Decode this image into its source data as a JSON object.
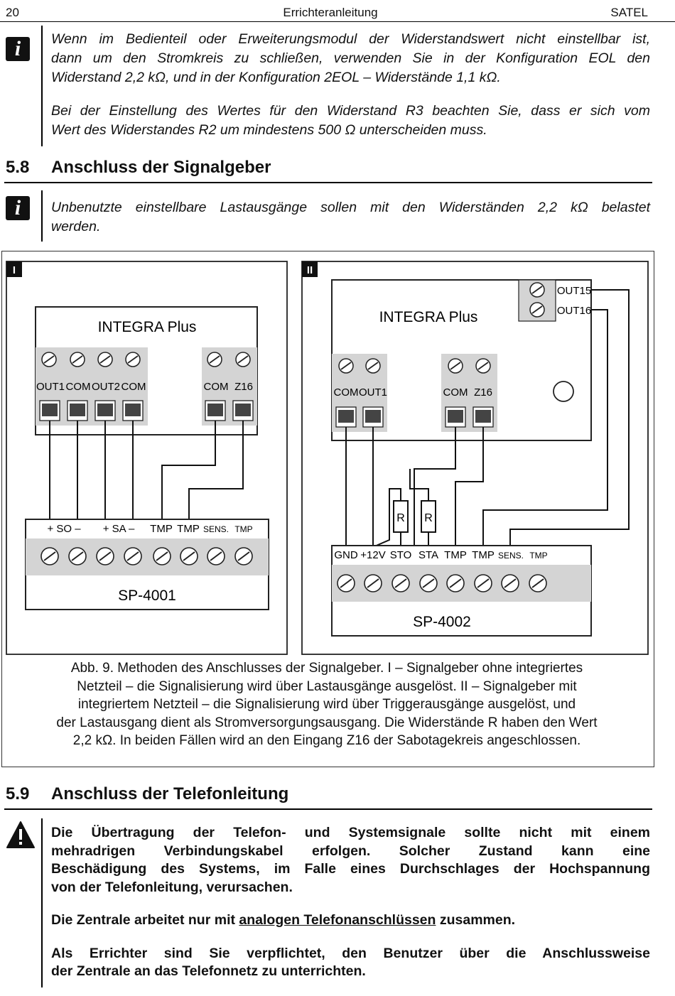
{
  "header": {
    "page_number": "20",
    "title": "Errichteranleitung",
    "brand": "SATEL"
  },
  "note1": {
    "p1": [
      "Wenn im Bedienteil oder Erweiterungsmodul der Widerstandswert nicht einstellbar ist,",
      "dann um den Stromkreis zu schließen, verwenden Sie in der Konfiguration EOL den",
      "Widerstand 2,2 kΩ, und in der Konfiguration 2EOL – Widerstände 1,1 kΩ."
    ],
    "p2": [
      "Bei der Einstellung des Wertes für den Widerstand R3 beachten Sie, dass er sich vom",
      "Wert des Widerstandes R2 um mindestens 500 Ω unterscheiden muss."
    ]
  },
  "section_58": {
    "number": "5.8",
    "title": "Anschluss der Signalgeber"
  },
  "note2": {
    "lines": [
      "Unbenutzte einstellbare Lastausgänge sollen mit den Widerständen 2,2 kΩ belastet",
      "werden."
    ]
  },
  "figure": {
    "panel1": {
      "label": "I",
      "board": "INTEGRA Plus",
      "board_terminals": [
        "OUT1",
        "COM",
        "OUT2",
        "COM"
      ],
      "board_terminals_b": [
        "COM",
        "Z16"
      ],
      "siren": "SP-4001",
      "siren_terminals": [
        "+ SO –",
        "+ SA –",
        "TMP",
        "TMP",
        "SENS.",
        "TMP"
      ]
    },
    "panel2": {
      "label": "II",
      "board": "INTEGRA Plus",
      "out_labels": [
        "OUT15",
        "OUT16"
      ],
      "board_terminals": [
        "COM",
        "OUT1"
      ],
      "board_terminals_b": [
        "COM",
        "Z16"
      ],
      "resistor": "R",
      "siren": "SP-4002",
      "siren_terminals": [
        "GND",
        "+12V",
        "STO",
        "STA",
        "TMP",
        "TMP",
        "SENS.",
        "TMP"
      ]
    },
    "caption": [
      "Abb. 9. Methoden des Anschlusses der Signalgeber. I – Signalgeber ohne integriertes",
      "Netzteil – die Signalisierung wird über Lastausgänge ausgelöst. II – Signalgeber mit",
      "integriertem Netzteil – die Signalisierung wird über Triggerausgänge ausgelöst, und",
      "der Lastausgang dient als Stromversorgungsausgang. Die Widerstände R haben den Wert",
      "2,2 kΩ. In beiden Fällen wird an den Eingang Z16 der Sabotagekreis angeschlossen."
    ]
  },
  "section_59": {
    "number": "5.9",
    "title": "Anschluss der Telefonleitung"
  },
  "warning": {
    "p1": [
      "Die Übertragung der Telefon- und Systemsignale sollte nicht mit einem",
      "mehradrigen Verbindungskabel erfolgen. Solcher Zustand kann eine",
      "Beschädigung des Systems, im Falle eines Durchschlages der Hochspannung",
      "von der Telefonleitung, verursachen."
    ],
    "p2_pre": "Die Zentrale arbeitet nur mit ",
    "p2_link": "analogen Telefonanschlüssen",
    "p2_post": " zusammen.",
    "p3": [
      "Als Errichter sind Sie verpflichtet, den Benutzer über die Anschlussweise",
      "der Zentrale an das Telefonnetz zu unterrichten."
    ]
  }
}
